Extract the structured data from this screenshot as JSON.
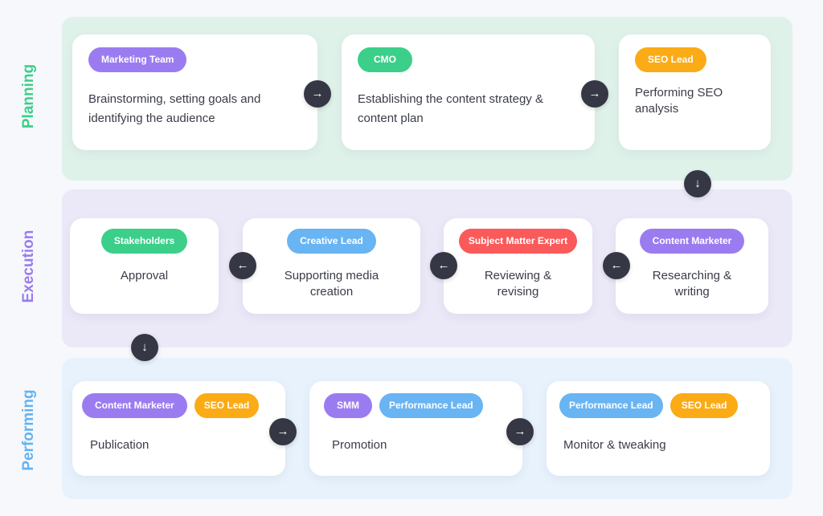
{
  "colors": {
    "purple": "#9b7cf0",
    "green": "#3ccf8a",
    "orange": "#fbab16",
    "blue": "#69b4f2",
    "red": "#fb5a5a",
    "arrow_bg": "#353744",
    "planning_bg": "#dff2ea",
    "execution_bg": "#ebe9f8",
    "performing_bg": "#e8f2fc"
  },
  "sections": {
    "planning": {
      "label": "Planning",
      "cards": [
        {
          "pills": [
            "Marketing Team"
          ],
          "desc": "Brainstorming, setting goals and identifying the audience"
        },
        {
          "pills": [
            "CMO"
          ],
          "desc": "Establishing the content strategy & content plan"
        },
        {
          "pills": [
            "SEO Lead"
          ],
          "desc": "Performing SEO analysis"
        }
      ]
    },
    "execution": {
      "label": "Execution",
      "cards": [
        {
          "pills": [
            "Stakeholders"
          ],
          "desc": "Approval"
        },
        {
          "pills": [
            "Creative Lead"
          ],
          "desc": "Supporting media creation"
        },
        {
          "pills": [
            "Subject Matter Expert"
          ],
          "desc": "Reviewing & revising"
        },
        {
          "pills": [
            "Content Marketer"
          ],
          "desc": "Researching & writing"
        }
      ]
    },
    "performing": {
      "label": "Performing",
      "cards": [
        {
          "pills": [
            "Content Marketer",
            "SEO Lead"
          ],
          "desc": "Publication"
        },
        {
          "pills": [
            "SMM",
            "Performance Lead"
          ],
          "desc": "Promotion"
        },
        {
          "pills": [
            "Performance Lead",
            "SEO Lead"
          ],
          "desc": "Monitor & tweaking"
        }
      ]
    }
  },
  "arrows": {
    "right": "→",
    "left": "←",
    "down": "↓"
  }
}
